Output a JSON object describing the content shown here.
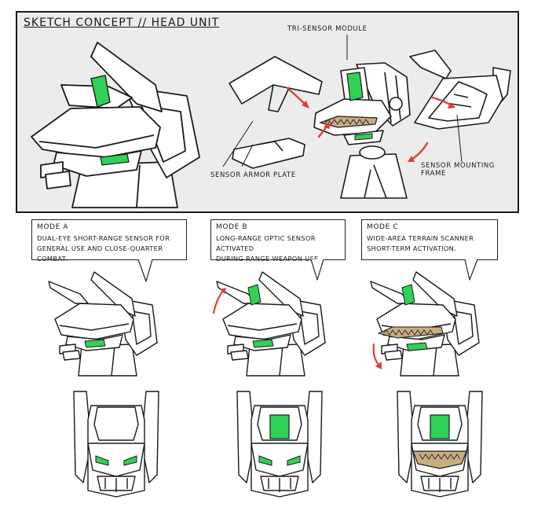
{
  "sheet": {
    "title": "SKETCH CONCEPT // HEAD UNIT",
    "labels": {
      "tri_sensor": "TRI-SENSOR MODULE",
      "armor_plate": "SENSOR ARMOR PLATE",
      "mounting_frame": "SENSOR MOUNTING FRAME"
    }
  },
  "modes": [
    {
      "title": "MODE A",
      "desc": "DUAL-EYE SHORT-RANGE SENSOR FOR\nGENERAL USE AND CLOSE-QUARTER COMBAT."
    },
    {
      "title": "MODE B",
      "desc": "LONG-RANGE OPTIC SENSOR ACTIVATED\nDURING RANGE WEAPON USE."
    },
    {
      "title": "MODE C",
      "desc": "WIDE-AREA TERRAIN SCANNER\nSHORT-TERM ACTIVATION."
    }
  ],
  "colors": {
    "panel_bg": "#ececec",
    "sensor_green": "#2fd156",
    "scanner_tan": "#c9ac82",
    "arrow_red": "#e23b3b",
    "line": "#1a1a1a"
  }
}
